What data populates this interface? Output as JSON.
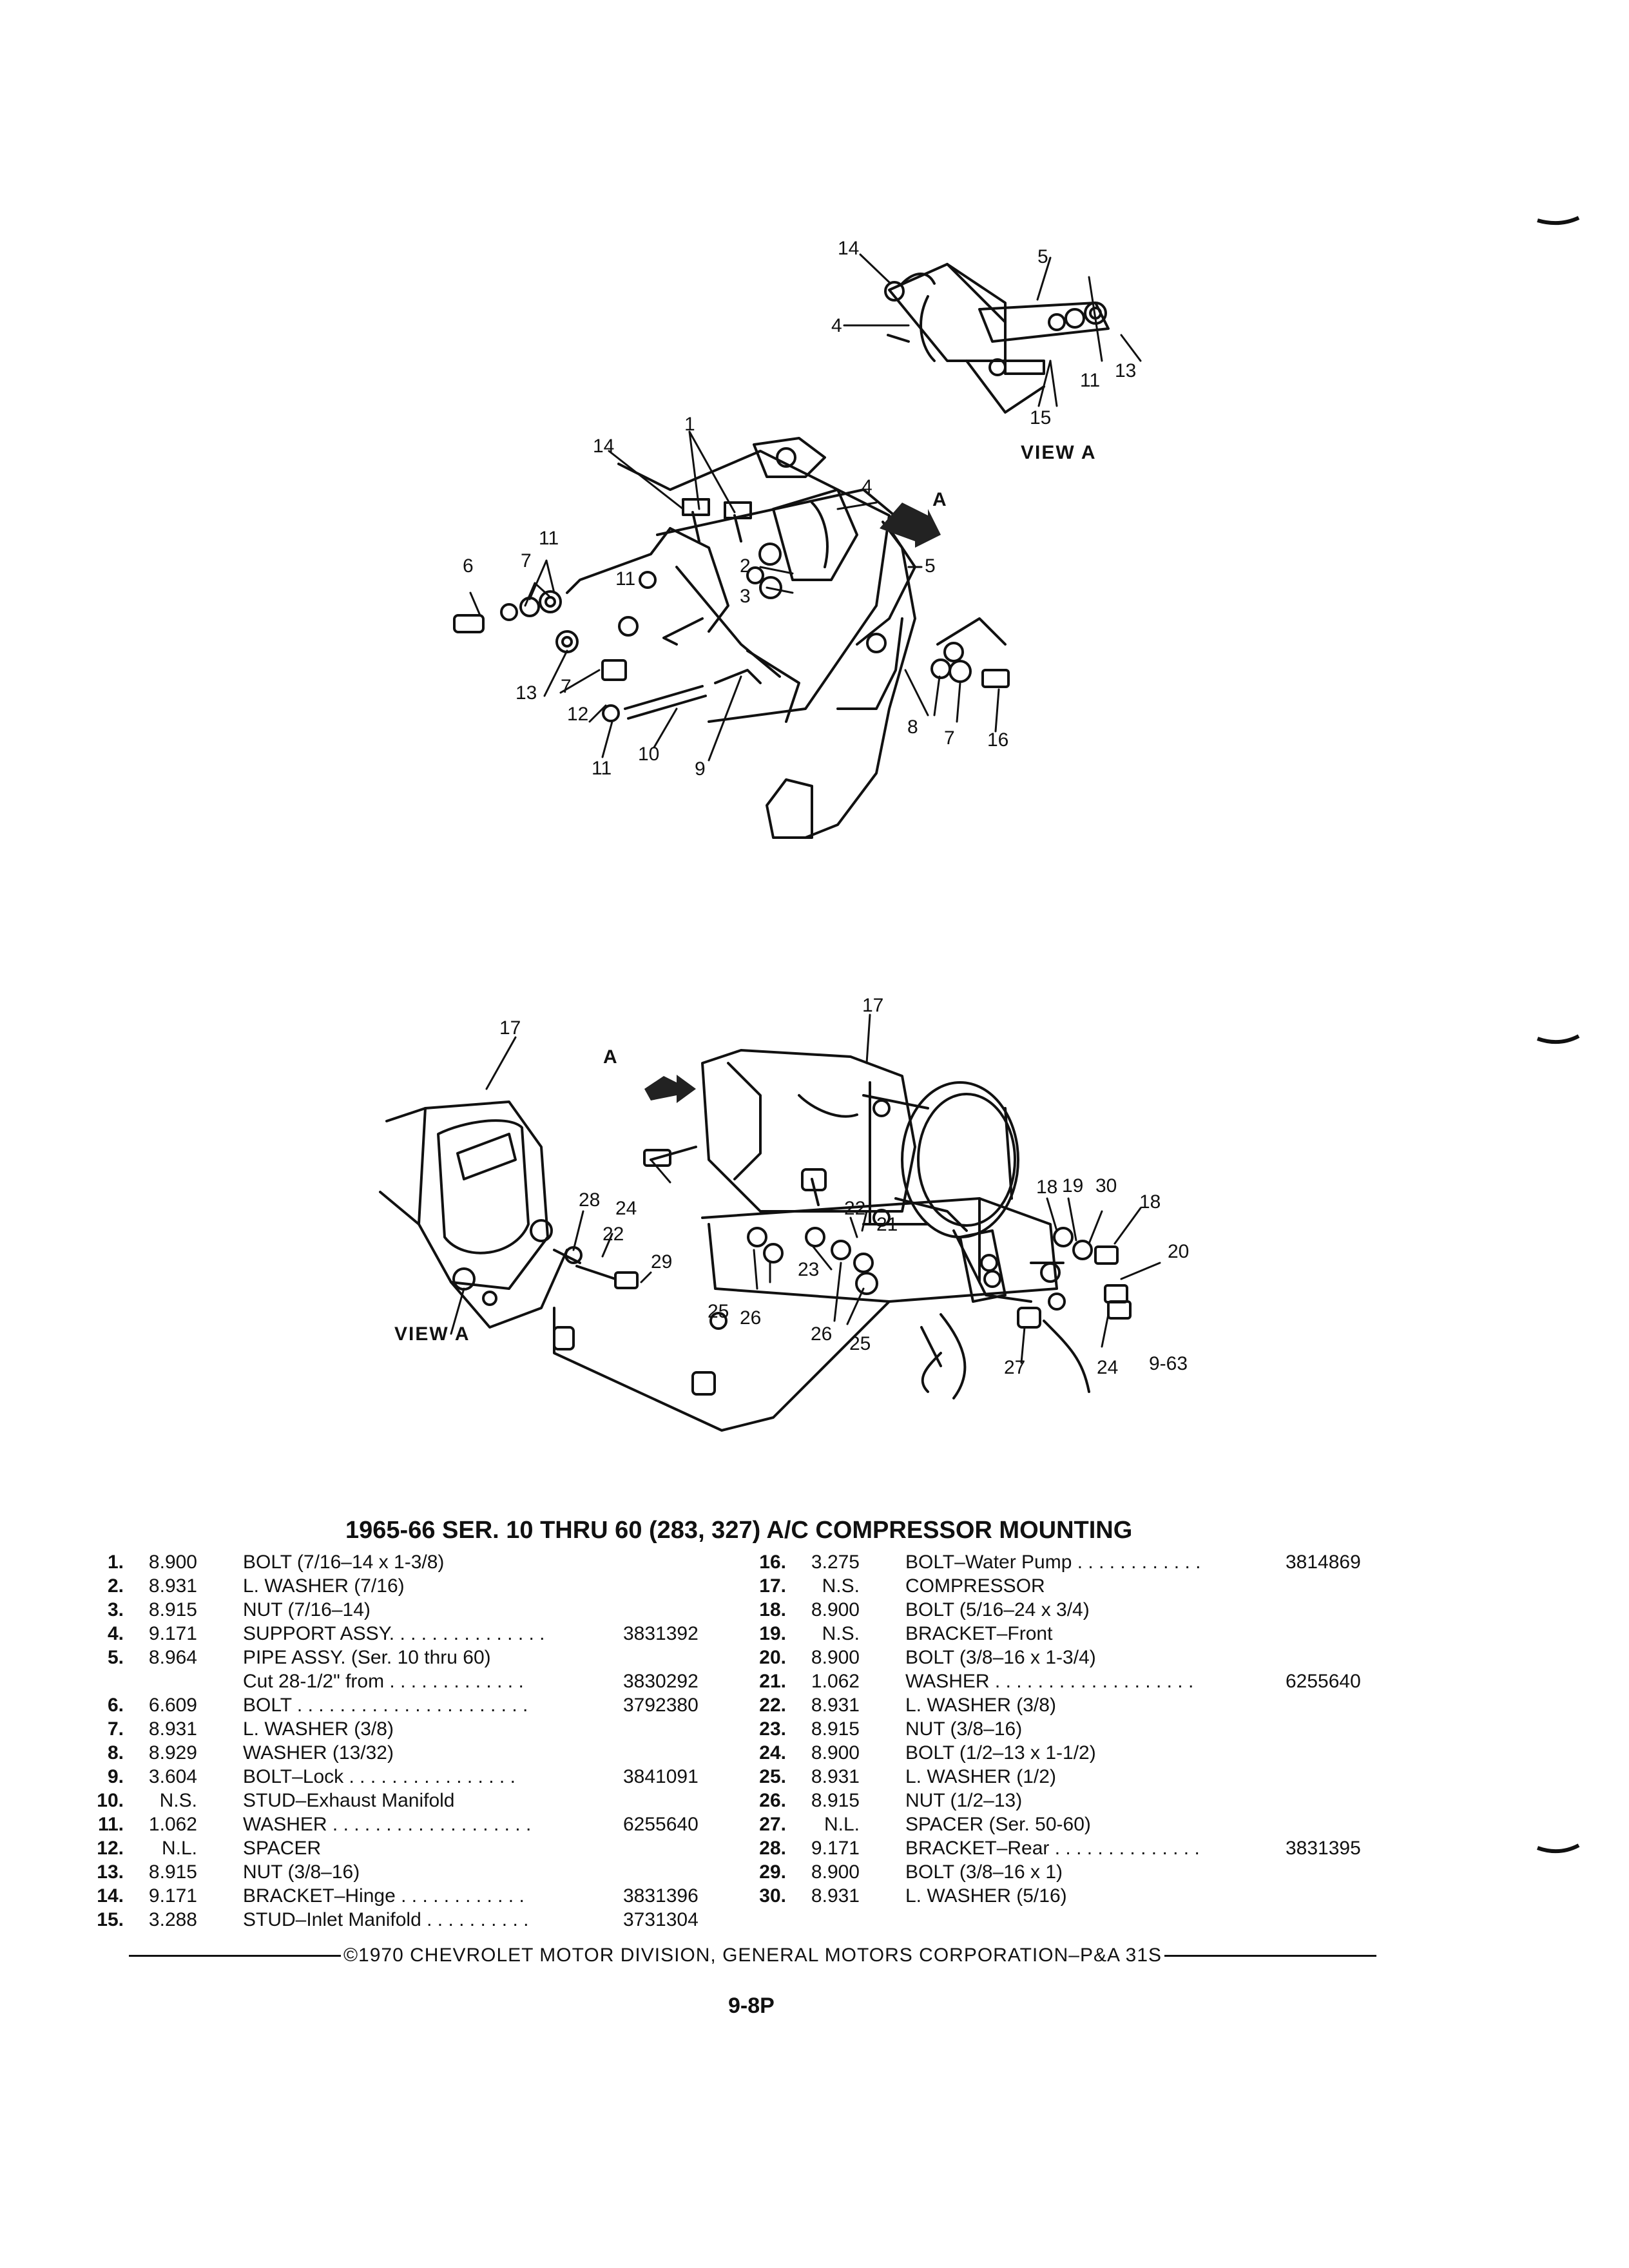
{
  "diagram": {
    "view_a_label": "VIEW A",
    "arrow_label": "A",
    "figure_number": "9-63"
  },
  "title": "1965-66 SER. 10 THRU 60 (283, 327) A/C COMPRESSOR MOUNTING",
  "parts_left": [
    {
      "no": "1.",
      "group": "8.900",
      "desc": "BOLT (7/16–14 x 1-3/8)",
      "part": ""
    },
    {
      "no": "2.",
      "group": "8.931",
      "desc": "L. WASHER (7/16)",
      "part": ""
    },
    {
      "no": "3.",
      "group": "8.915",
      "desc": "NUT (7/16–14)",
      "part": ""
    },
    {
      "no": "4.",
      "group": "9.171",
      "desc": "SUPPORT ASSY. . . . . . . . . . . . . . .",
      "part": "3831392"
    },
    {
      "no": "5.",
      "group": "8.964",
      "desc": "PIPE ASSY. (Ser. 10 thru 60)",
      "part": ""
    },
    {
      "no": "",
      "group": "",
      "desc": "Cut 28-1/2\" from . . . . . . . . . . . . .",
      "part": "3830292"
    },
    {
      "no": "6.",
      "group": "6.609",
      "desc": "BOLT . . . . . . . . . . . . . . . . . . . . . .",
      "part": "3792380"
    },
    {
      "no": "7.",
      "group": "8.931",
      "desc": "L. WASHER (3/8)",
      "part": ""
    },
    {
      "no": "8.",
      "group": "8.929",
      "desc": "WASHER (13/32)",
      "part": ""
    },
    {
      "no": "9.",
      "group": "3.604",
      "desc": "BOLT–Lock . . . . . . . . . . . . . . . .",
      "part": "3841091"
    },
    {
      "no": "10.",
      "group": "N.S.",
      "desc": "STUD–Exhaust Manifold",
      "part": ""
    },
    {
      "no": "11.",
      "group": "1.062",
      "desc": "WASHER . . . . . . . . . . . . . . . . . . .",
      "part": "6255640"
    },
    {
      "no": "12.",
      "group": "N.L.",
      "desc": "SPACER",
      "part": ""
    },
    {
      "no": "13.",
      "group": "8.915",
      "desc": "NUT (3/8–16)",
      "part": ""
    },
    {
      "no": "14.",
      "group": "9.171",
      "desc": "BRACKET–Hinge . . . . . . . . . . . .",
      "part": "3831396"
    },
    {
      "no": "15.",
      "group": "3.288",
      "desc": "STUD–Inlet Manifold . . . . . . . . . .",
      "part": "3731304"
    }
  ],
  "parts_right": [
    {
      "no": "16.",
      "group": "3.275",
      "desc": "BOLT–Water Pump . . . . . . . . . . . .",
      "part": "3814869"
    },
    {
      "no": "17.",
      "group": "N.S.",
      "desc": "COMPRESSOR",
      "part": ""
    },
    {
      "no": "18.",
      "group": "8.900",
      "desc": "BOLT (5/16–24 x 3/4)",
      "part": ""
    },
    {
      "no": "19.",
      "group": "N.S.",
      "desc": "BRACKET–Front",
      "part": ""
    },
    {
      "no": "20.",
      "group": "8.900",
      "desc": "BOLT (3/8–16 x 1-3/4)",
      "part": ""
    },
    {
      "no": "21.",
      "group": "1.062",
      "desc": "WASHER . . . . . . . . . . . . . . . . . . .",
      "part": "6255640"
    },
    {
      "no": "22.",
      "group": "8.931",
      "desc": "L. WASHER (3/8)",
      "part": ""
    },
    {
      "no": "23.",
      "group": "8.915",
      "desc": "NUT (3/8–16)",
      "part": ""
    },
    {
      "no": "24.",
      "group": "8.900",
      "desc": "BOLT (1/2–13 x 1-1/2)",
      "part": ""
    },
    {
      "no": "25.",
      "group": "8.931",
      "desc": "L. WASHER (1/2)",
      "part": ""
    },
    {
      "no": "26.",
      "group": "8.915",
      "desc": "NUT (1/2–13)",
      "part": ""
    },
    {
      "no": "27.",
      "group": "N.L.",
      "desc": "SPACER (Ser. 50-60)",
      "part": ""
    },
    {
      "no": "28.",
      "group": "9.171",
      "desc": "BRACKET–Rear . . . . . . . . . . . . . .",
      "part": "3831395"
    },
    {
      "no": "29.",
      "group": "8.900",
      "desc": "BOLT (3/8–16 x 1)",
      "part": ""
    },
    {
      "no": "30.",
      "group": "8.931",
      "desc": "L. WASHER (5/16)",
      "part": ""
    }
  ],
  "footer": "©1970 CHEVROLET MOTOR DIVISION, GENERAL MOTORS CORPORATION–P&A 31S",
  "page_number": "9-8P"
}
